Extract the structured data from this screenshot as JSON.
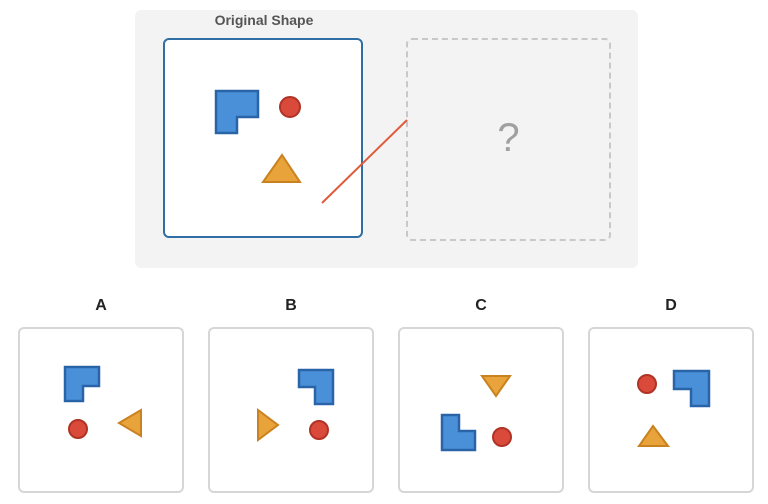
{
  "header": {
    "title": "Original Shape"
  },
  "answer_box": {
    "placeholder": "?"
  },
  "options": [
    {
      "label": "A"
    },
    {
      "label": "B"
    },
    {
      "label": "C"
    },
    {
      "label": "D"
    }
  ],
  "colors": {
    "square": "#4a90d9",
    "square_stroke": "#2a64a8",
    "circle": "#d94a3a",
    "circle_stroke": "#b03325",
    "triangle": "#e8a33a",
    "triangle_stroke": "#c9821f",
    "frame": "#2f6fa3",
    "mirror_line": "#e05a3c"
  }
}
